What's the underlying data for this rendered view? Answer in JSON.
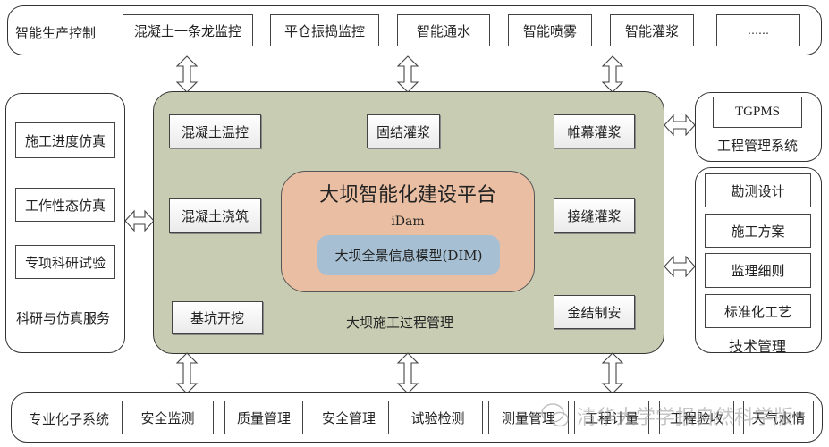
{
  "colors": {
    "core_bg": "#c7ccb2",
    "platform_bg": "#e9bea2",
    "dim_bg": "#a6bfd2",
    "stroke": "#333333",
    "watermark": "#9a9a9a"
  },
  "top_group": {
    "label": "智能生产控制",
    "items": [
      "混凝土一条龙监控",
      "平仓振捣监控",
      "智能通水",
      "智能喷雾",
      "智能灌浆",
      "……"
    ]
  },
  "left_group": {
    "label": "科研与仿真服务",
    "items": [
      "施工进度仿真",
      "工作性态仿真",
      "专项科研试验"
    ]
  },
  "core": {
    "label": "大坝施工过程管理",
    "left_items": [
      "混凝土温控",
      "混凝土浇筑",
      "基坑开挖"
    ],
    "top_center_item": "固结灌浆",
    "right_items": [
      "帷幕灌浆",
      "接缝灌浆",
      "金结制安"
    ],
    "platform": {
      "title": "大坝智能化建设平台",
      "subtitle": "iDam",
      "model": "大坝全景信息模型(DIM)"
    }
  },
  "right_top_group": {
    "item": "TGPMS",
    "label": "工程管理系统"
  },
  "right_bottom_group": {
    "items": [
      "勘测设计",
      "施工方案",
      "监理细则",
      "标准化工艺"
    ],
    "label": "技术管理"
  },
  "bottom_group": {
    "label": "专业化子系统",
    "items": [
      "安全监测",
      "质量管理",
      "安全管理",
      "试验检测",
      "测量管理",
      "工程计量",
      "工程验收",
      "天气水情"
    ]
  },
  "watermark": {
    "icon": "wechat-icon",
    "text": "清华大学学报自然科学版"
  }
}
